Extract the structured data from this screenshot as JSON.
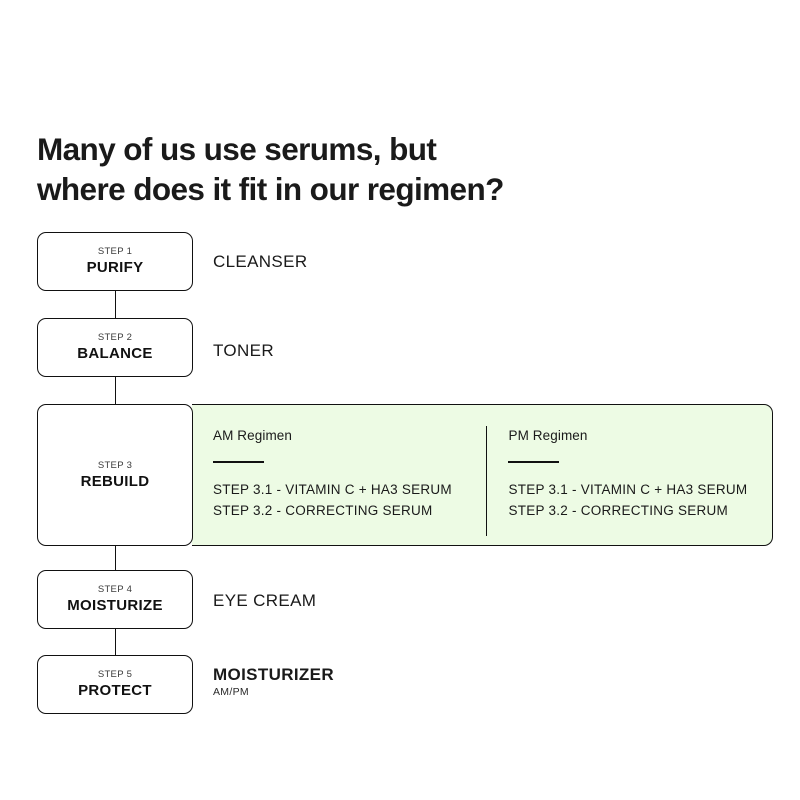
{
  "title": {
    "line1": "Many of us use serums, but",
    "line2": "where does it fit in our regimen?"
  },
  "colors": {
    "panel_background": "#EDFBE4",
    "ink": "#111111",
    "page_background": "#FFFFFF"
  },
  "steps": [
    {
      "number_label": "STEP 1",
      "name": "PURIFY",
      "product": "CLEANSER"
    },
    {
      "number_label": "STEP 2",
      "name": "BALANCE",
      "product": "TONER"
    },
    {
      "number_label": "STEP 3",
      "name": "REBUILD"
    },
    {
      "number_label": "STEP 4",
      "name": "MOISTURIZE",
      "product": "EYE CREAM"
    },
    {
      "number_label": "STEP 5",
      "name": "PROTECT",
      "product": "MOISTURIZER",
      "product_sub": "AM/PM"
    }
  ],
  "regimen_panel": {
    "columns": [
      {
        "title": "AM Regimen",
        "items": [
          "STEP 3.1 - VITAMIN C + HA3 SERUM",
          "STEP 3.2 - CORRECTING SERUM"
        ]
      },
      {
        "title": "PM Regimen",
        "items": [
          "STEP 3.1 - VITAMIN C + HA3 SERUM",
          "STEP 3.2 - CORRECTING SERUM"
        ]
      }
    ]
  }
}
